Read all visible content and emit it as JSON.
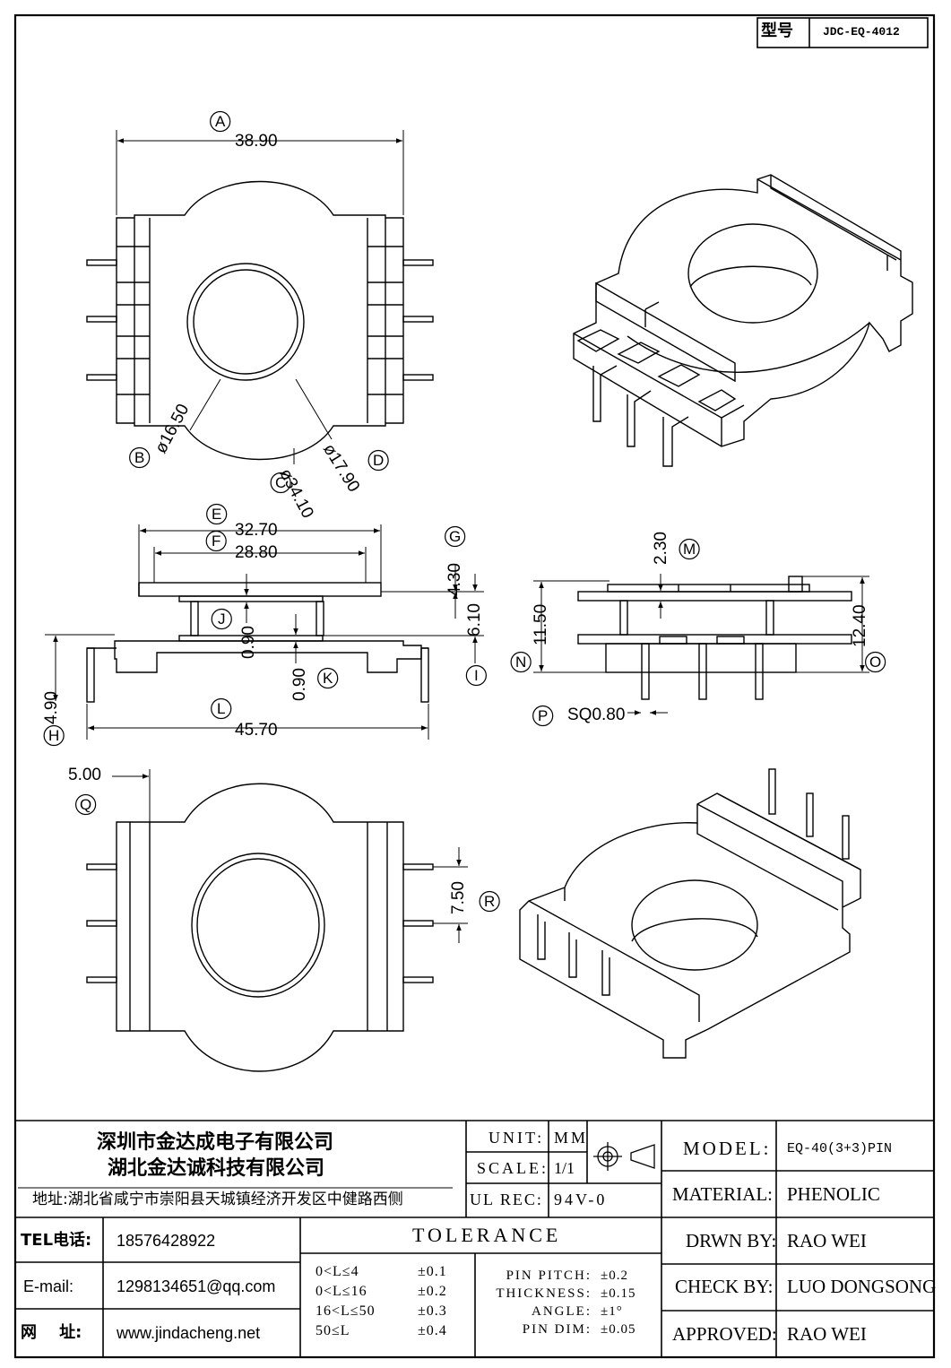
{
  "header": {
    "model_label": "型号",
    "model_value": "JDC-EQ-4012"
  },
  "dims": {
    "A": {
      "tag": "A",
      "value": "38.90"
    },
    "B": {
      "tag": "B",
      "value": "ø16.50"
    },
    "C": {
      "tag": "C",
      "value": "ø34.10"
    },
    "D": {
      "tag": "D",
      "value": "ø17.90"
    },
    "E": {
      "tag": "E",
      "value": "32.70"
    },
    "F": {
      "tag": "F",
      "value": "28.80"
    },
    "G": {
      "tag": "G",
      "value": "4.30"
    },
    "H": {
      "tag": "H",
      "value": "4.90"
    },
    "I": {
      "tag": "I",
      "value": "6.10"
    },
    "J": {
      "tag": "J",
      "value": "0.90"
    },
    "K": {
      "tag": "K",
      "value": "0.90"
    },
    "L": {
      "tag": "L",
      "value": "45.70"
    },
    "M": {
      "tag": "M",
      "value": "2.30"
    },
    "N": {
      "tag": "N",
      "value": "11.50"
    },
    "O": {
      "tag": "O",
      "value": "12.40"
    },
    "P": {
      "tag": "P",
      "value": "SQ0.80"
    },
    "Q": {
      "tag": "Q",
      "value": "5.00"
    },
    "R": {
      "tag": "R",
      "value": "7.50"
    }
  },
  "company": {
    "name_1": "深圳市金达成电子有限公司",
    "name_2": "湖北金达诚科技有限公司",
    "address": "地址:湖北省咸宁市崇阳县天城镇经济开发区中健路西侧"
  },
  "unit_box": {
    "unit_label": "UNIT:",
    "unit_value": "MM",
    "scale_label": "SCALE:",
    "scale_value": "1/1",
    "ulrec_label": "UL REC:",
    "ulrec_value": "94V-0"
  },
  "spec": {
    "model_label": "MODEL:",
    "model_value": "EQ-40(3+3)PIN",
    "material_label": "MATERIAL:",
    "material_value": "PHENOLIC",
    "drawn_label": "DRWN BY:",
    "drawn_value": "RAO WEI",
    "check_label": "CHECK BY:",
    "check_value": "LUO DONGSONG",
    "approved_label": "APPROVED:",
    "approved_value": "RAO WEI"
  },
  "contact": {
    "tel_label": "TEL电话:",
    "tel_value": "18576428922",
    "email_label": "E-mail:",
    "email_value": "1298134651@qq.com",
    "web_label": "网    址:",
    "web_value": "www.jindacheng.net"
  },
  "tolerance": {
    "title": "TOLERANCE",
    "rows": [
      {
        "range": "0<L≤4",
        "tol": "±0.1"
      },
      {
        "range": "0<L≤16",
        "tol": "±0.2"
      },
      {
        "range": "16<L≤50",
        "tol": "±0.3"
      },
      {
        "range": "50≤L",
        "tol": "±0.4"
      }
    ],
    "specs": [
      {
        "label": "PIN PITCH:",
        "tol": "±0.2"
      },
      {
        "label": "THICKNESS:",
        "tol": "±0.15"
      },
      {
        "label": "ANGLE:",
        "tol": "±1°"
      },
      {
        "label": "PIN DIM:",
        "tol": "±0.05"
      }
    ]
  }
}
